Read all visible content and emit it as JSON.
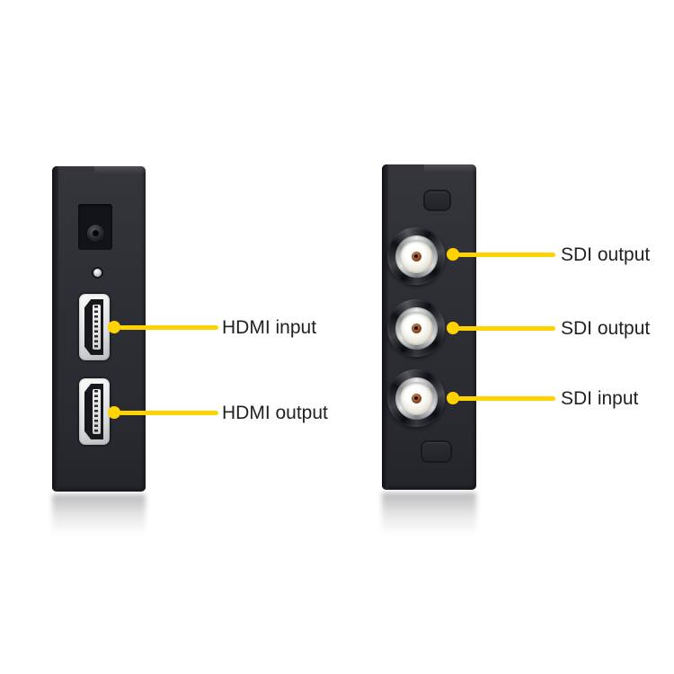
{
  "colors": {
    "background": "#ffffff",
    "accent_yellow": "#ffd301",
    "label_text": "#222222",
    "device_body": "#2d2f35"
  },
  "left_device": {
    "connectors": [
      {
        "icon": "dc-power-jack"
      },
      {
        "icon": "status-led"
      },
      {
        "icon": "hdmi-port"
      },
      {
        "icon": "hdmi-port"
      }
    ]
  },
  "right_device": {
    "connectors": [
      {
        "icon": "push-button"
      },
      {
        "icon": "bnc-connector"
      },
      {
        "icon": "bnc-connector"
      },
      {
        "icon": "bnc-connector"
      },
      {
        "icon": "push-button"
      }
    ]
  },
  "callouts": [
    {
      "side": "left",
      "label": "HDMI input"
    },
    {
      "side": "left",
      "label": "HDMI output"
    },
    {
      "side": "right",
      "label": "SDI output"
    },
    {
      "side": "right",
      "label": "SDI output"
    },
    {
      "side": "right",
      "label": "SDI input"
    }
  ]
}
